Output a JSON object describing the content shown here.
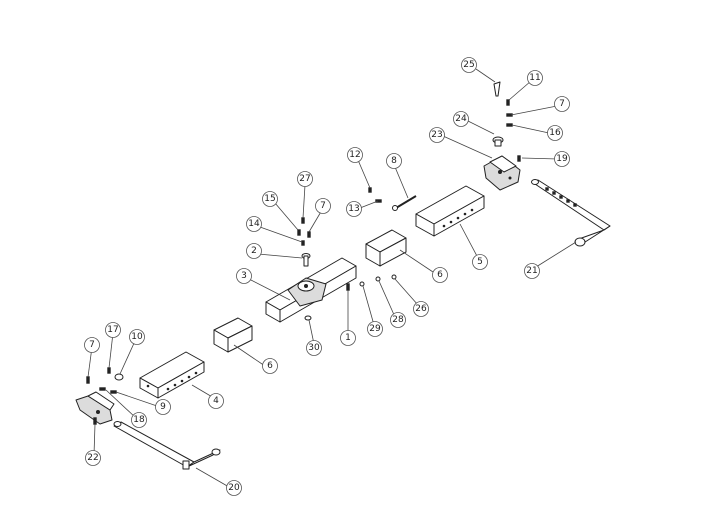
{
  "callouts": [
    {
      "label": "25"
    },
    {
      "label": "11"
    },
    {
      "label": "7"
    },
    {
      "label": "24"
    },
    {
      "label": "16"
    },
    {
      "label": "23"
    },
    {
      "label": "19"
    },
    {
      "label": "12"
    },
    {
      "label": "8"
    },
    {
      "label": "13"
    },
    {
      "label": "27"
    },
    {
      "label": "15"
    },
    {
      "label": "7"
    },
    {
      "label": "14"
    },
    {
      "label": "2"
    },
    {
      "label": "3"
    },
    {
      "label": "6"
    },
    {
      "label": "5"
    },
    {
      "label": "21"
    },
    {
      "label": "1"
    },
    {
      "label": "29"
    },
    {
      "label": "28"
    },
    {
      "label": "26"
    },
    {
      "label": "30"
    },
    {
      "label": "17"
    },
    {
      "label": "10"
    },
    {
      "label": "7"
    },
    {
      "label": "6"
    },
    {
      "label": "4"
    },
    {
      "label": "9"
    },
    {
      "label": "18"
    },
    {
      "label": "22"
    },
    {
      "label": "20"
    }
  ]
}
